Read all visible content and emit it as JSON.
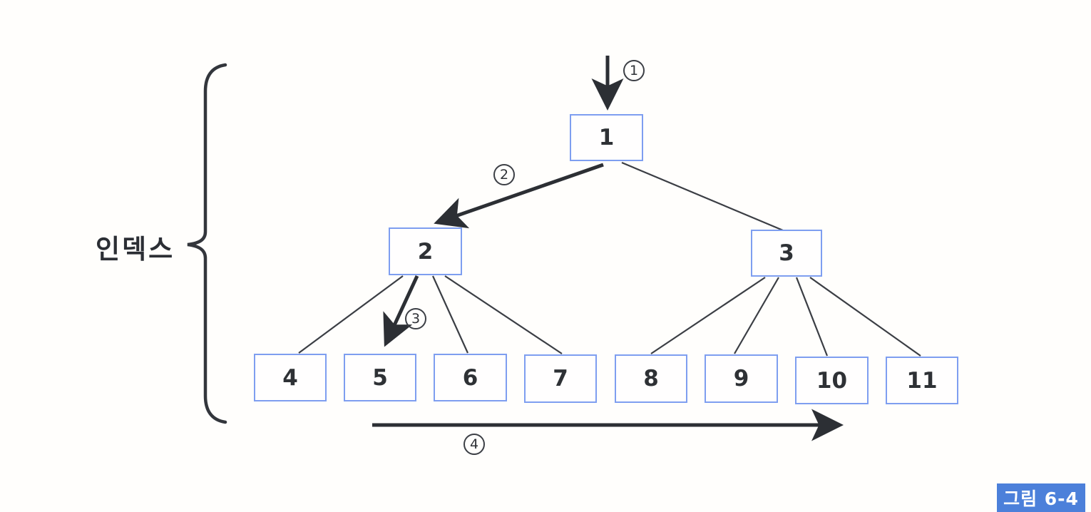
{
  "diagram": {
    "index_label": "인덱스",
    "figure_label": "그림 6-4",
    "nodes": [
      {
        "label": "1"
      },
      {
        "label": "2"
      },
      {
        "label": "3"
      },
      {
        "label": "4"
      },
      {
        "label": "5"
      },
      {
        "label": "6"
      },
      {
        "label": "7"
      },
      {
        "label": "8"
      },
      {
        "label": "9"
      },
      {
        "label": "10"
      },
      {
        "label": "11"
      }
    ],
    "steps": [
      {
        "label": "1"
      },
      {
        "label": "2"
      },
      {
        "label": "3"
      },
      {
        "label": "4"
      }
    ],
    "colors": {
      "node_border": "#7e9ef0",
      "line": "#3b3e44",
      "arrow": "#2c2f34",
      "brace": "#33363c",
      "badge_bg": "#4c80da",
      "badge_text": "#ffffff"
    }
  }
}
